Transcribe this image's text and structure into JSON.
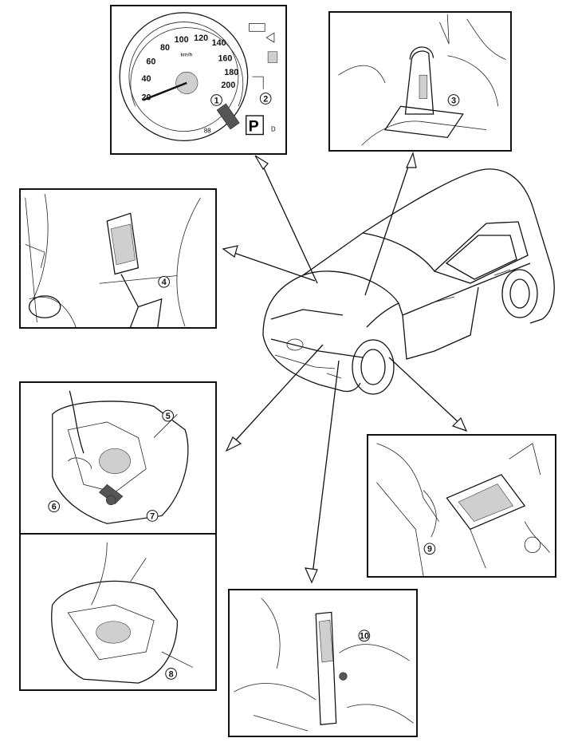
{
  "speedometer": {
    "ticks": [
      "20",
      "40",
      "60",
      "80",
      "100",
      "120",
      "140",
      "160",
      "180",
      "200"
    ],
    "unit": "km/h",
    "gear_letter": "P",
    "gear_small": "D",
    "fuel_mark": "88",
    "callout_1": "1",
    "callout_2": "2"
  },
  "shifter": {
    "callout": "3"
  },
  "pedal": {
    "callout": "4"
  },
  "transmission_top": {
    "callout_5": "5",
    "callout_6": "6",
    "callout_7": "7"
  },
  "transmission_bottom": {
    "callout_8": "8"
  },
  "bcm": {
    "callout": "9"
  },
  "console": {
    "callout": "10"
  }
}
